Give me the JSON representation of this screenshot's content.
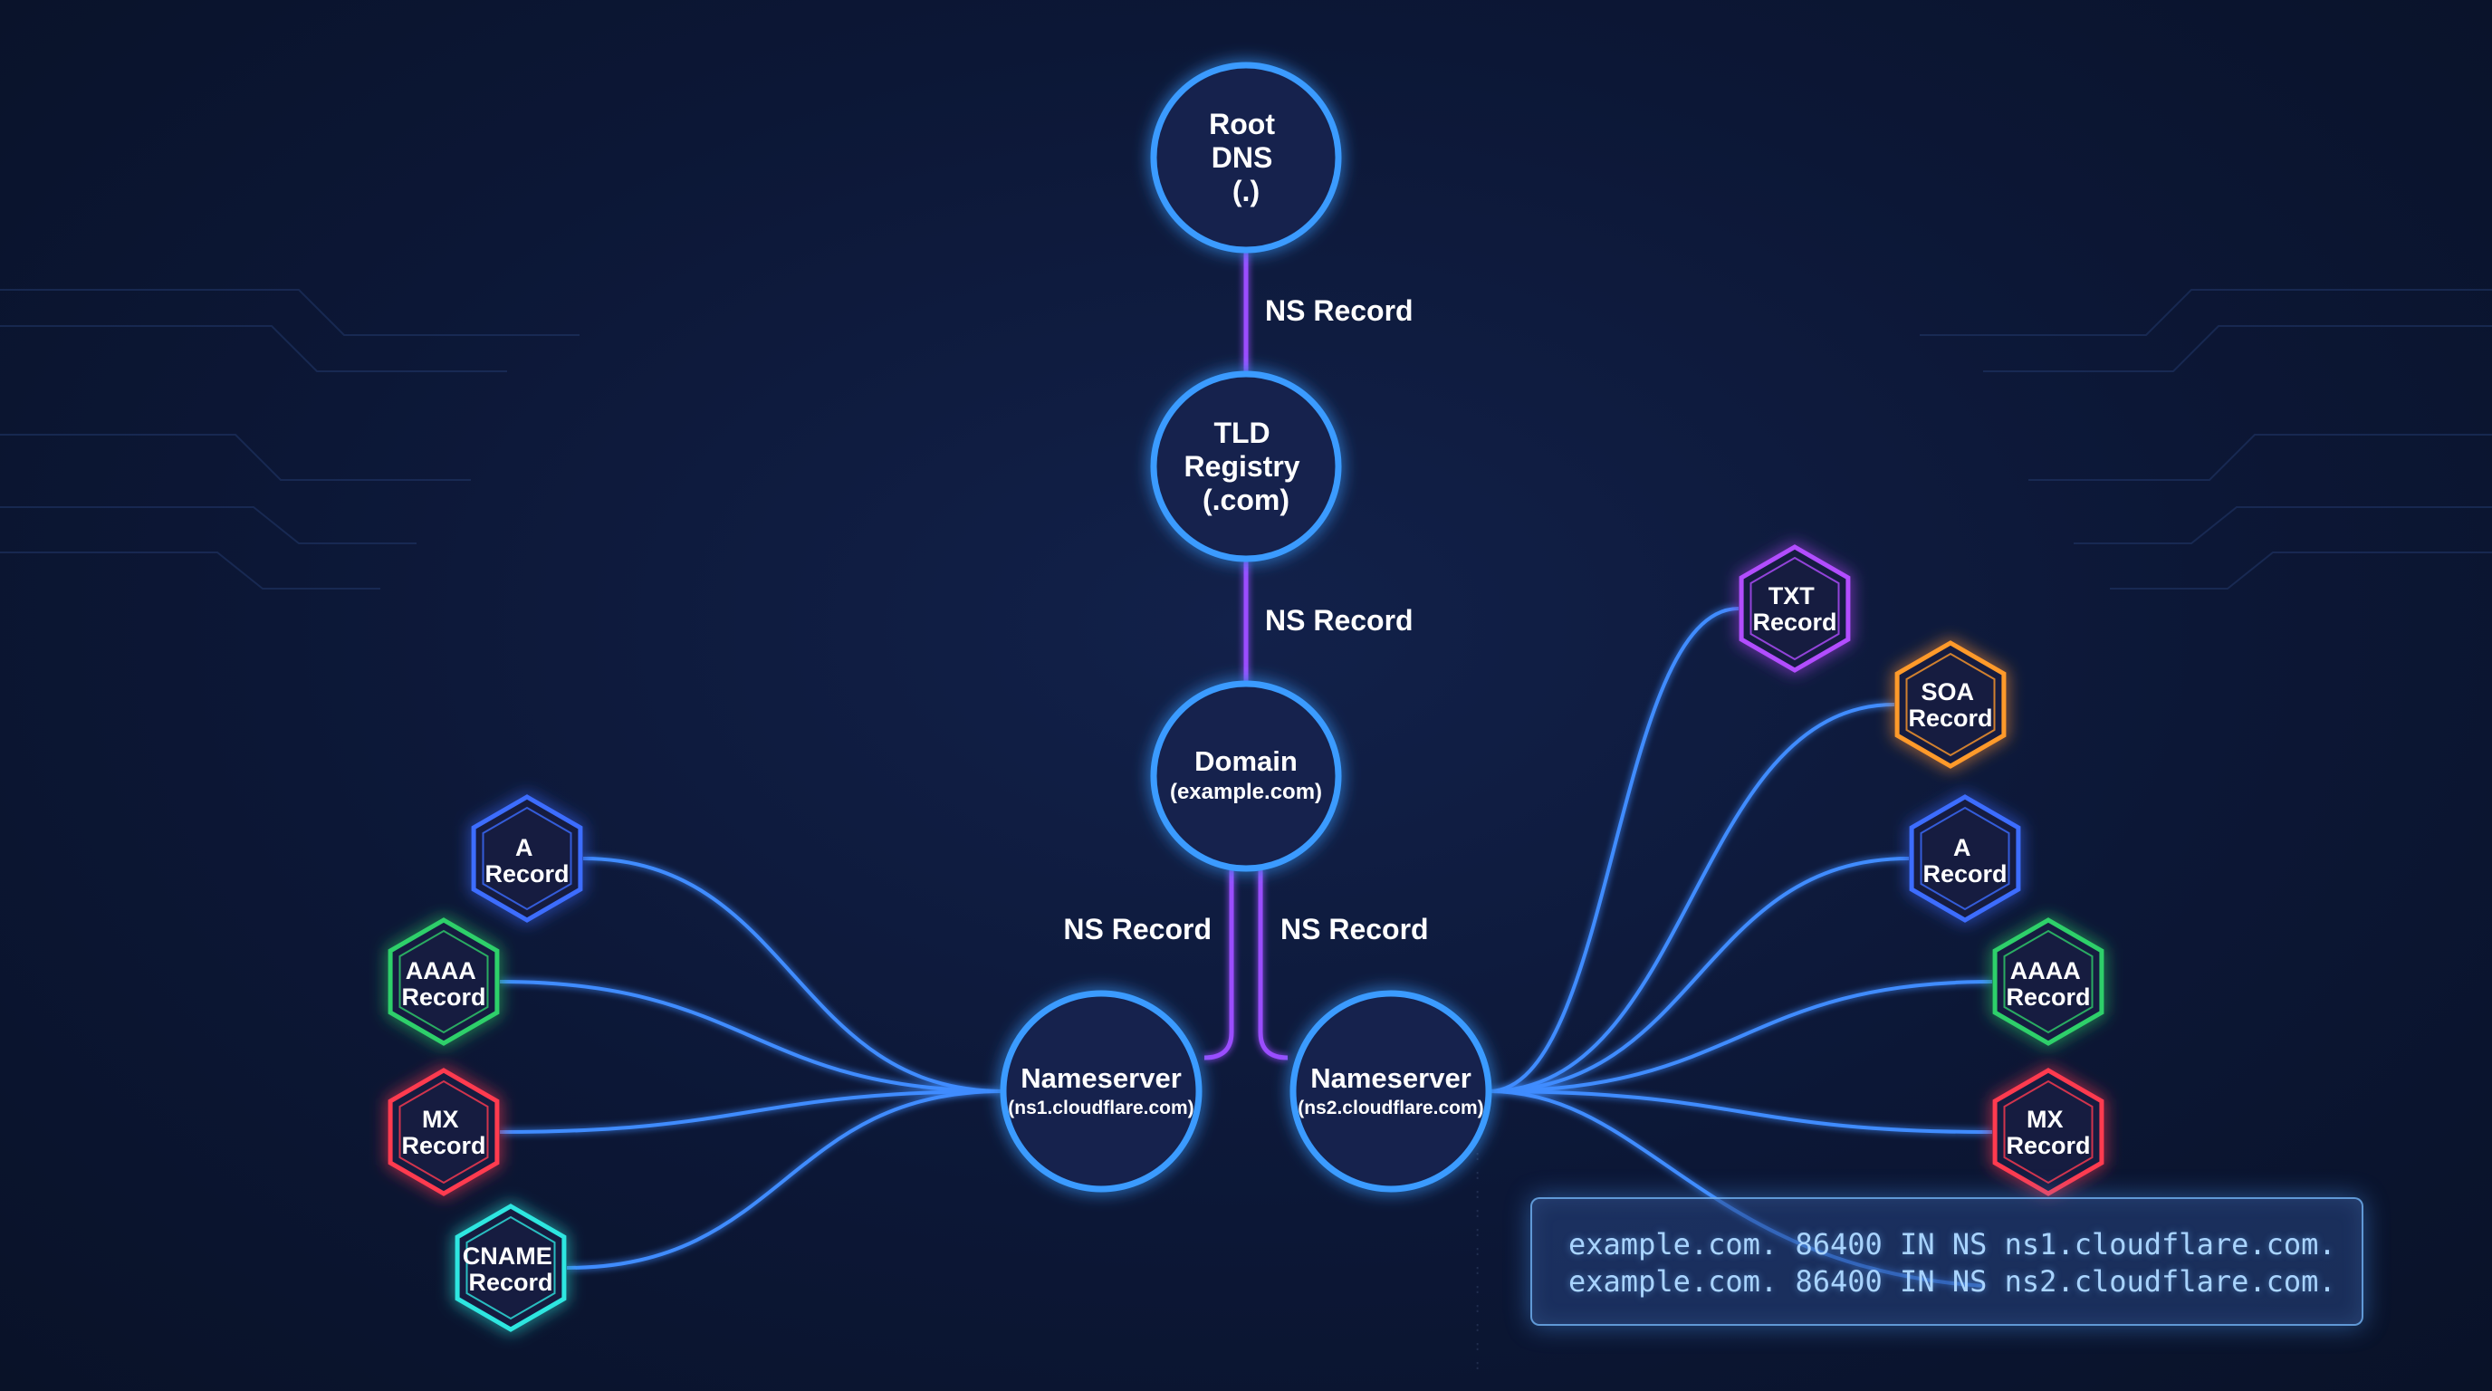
{
  "nodes": {
    "root": {
      "lines": [
        "Root",
        "DNS",
        "(.)"
      ]
    },
    "tld": {
      "lines": [
        "TLD",
        "Registry",
        "(.com)"
      ]
    },
    "domain": {
      "title": "Domain",
      "subtitle": "(example.com)"
    },
    "ns1": {
      "title": "Nameserver",
      "subtitle": "(ns1.cloudflare.com)"
    },
    "ns2": {
      "title": "Nameserver",
      "subtitle": "(ns2.cloudflare.com)"
    }
  },
  "edges": {
    "root_tld": "NS Record",
    "tld_domain": "NS Record",
    "domain_ns1": "NS Record",
    "domain_ns2": "NS Record"
  },
  "records_left": [
    {
      "lines": [
        "A",
        "Record"
      ],
      "color": "#3c6dff"
    },
    {
      "lines": [
        "AAAA",
        "Record"
      ],
      "color": "#2fd06a"
    },
    {
      "lines": [
        "MX",
        "Record"
      ],
      "color": "#ff3b50"
    },
    {
      "lines": [
        "CNAME",
        "Record"
      ],
      "color": "#2ee6e0"
    }
  ],
  "records_right": [
    {
      "lines": [
        "TXT",
        "Record"
      ],
      "color": "#b24dff"
    },
    {
      "lines": [
        "SOA",
        "Record"
      ],
      "color": "#ff9a2a"
    },
    {
      "lines": [
        "A",
        "Record"
      ],
      "color": "#3c6dff"
    },
    {
      "lines": [
        "AAAA",
        "Record"
      ],
      "color": "#2fd06a"
    },
    {
      "lines": [
        "MX",
        "Record"
      ],
      "color": "#ff3b50"
    }
  ],
  "colors": {
    "node_stroke": "#3a9bff",
    "node_fill": "#13244d",
    "ns_link": "#9b4dff",
    "record_link": "#3f8cff"
  },
  "zone_panel": {
    "lines": [
      "example.com. 86400 IN NS ns1.cloudflare.com.",
      "example.com. 86400 IN NS ns2.cloudflare.com."
    ]
  }
}
